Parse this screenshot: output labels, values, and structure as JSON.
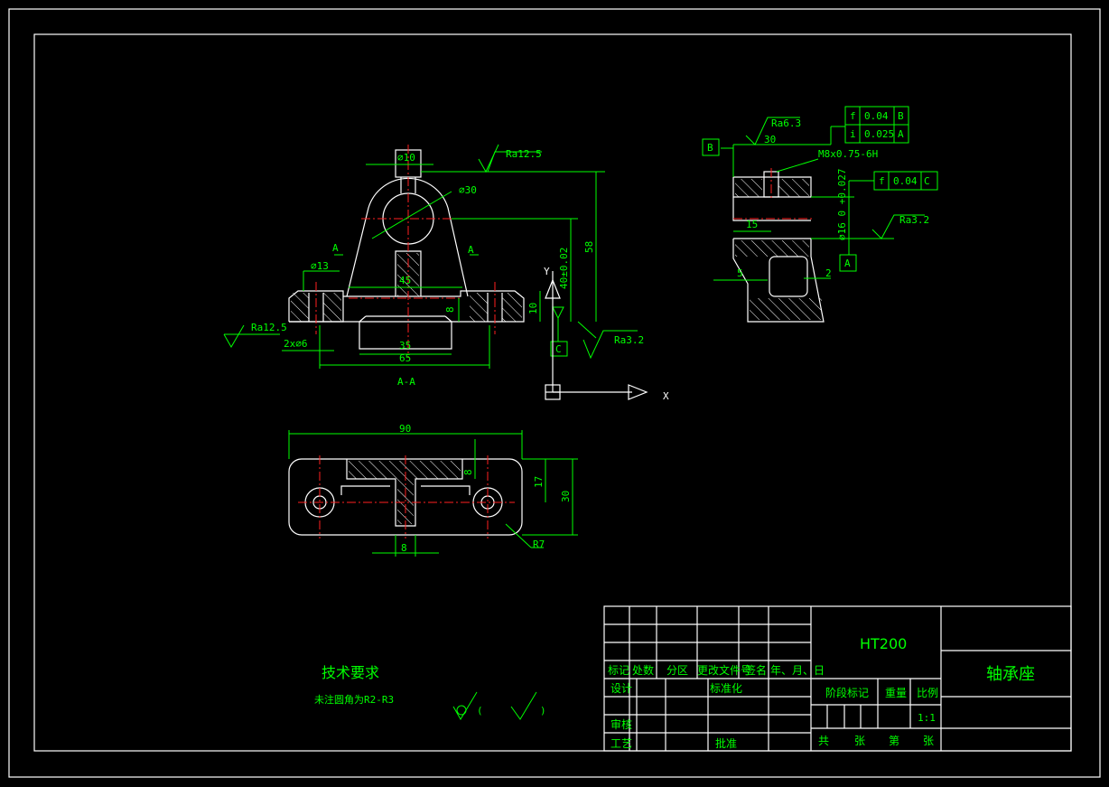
{
  "views": {
    "section_label": "A-A",
    "section_mark": "A",
    "front": {
      "dia_top": "⌀10",
      "dia_bore": "⌀30",
      "ra_top": "Ra12.5",
      "ra_left": "Ra12.5",
      "ra_right": "Ra3.2",
      "dia_hole": "⌀13",
      "holes": "2x⌀6",
      "dim_45": "45",
      "dim_8": "8",
      "dim_10": "10",
      "dim_35": "35",
      "dim_65": "65",
      "dim_40": "40±0.02",
      "dim_58": "58",
      "datum_c": "C"
    },
    "axes": {
      "y": "Y",
      "x": "X"
    },
    "side": {
      "datum_b": "B",
      "ra_top": "Ra6.3",
      "dim_30": "30",
      "thread": "M8x0.75-6H",
      "fcf1_sym": "f",
      "fcf1_val": "0.04",
      "fcf1_ref": "B",
      "fcf2_sym": "i",
      "fcf2_val": "0.025",
      "fcf2_ref": "A",
      "fcf3_sym": "f",
      "fcf3_val": "0.04",
      "fcf3_ref": "C",
      "dim_bore": "⌀16 0 +0.027",
      "ra_right": "Ra3.2",
      "dim_15": "15",
      "dim_5": "5",
      "dim_2": "2",
      "datum_a": "A"
    },
    "top": {
      "dim_90w": "90",
      "dim_8": "8",
      "dim_17": "17",
      "dim_30h": "30",
      "dim_8b": "8",
      "r7": "R7"
    }
  },
  "notes": {
    "title": "技术要求",
    "line1": "未注圆角为R2-R3",
    "paren_open": "(",
    "paren_close": ")"
  },
  "title_block": {
    "material": "HT200",
    "part_name": "轴承座",
    "h_mark": "标记",
    "h_count": "处数",
    "h_zone": "分区",
    "h_doc": "更改文件号",
    "h_sign": "签名",
    "h_date": "年、月、日",
    "design": "设计",
    "standard": "标准化",
    "review": "审核",
    "process": "工艺",
    "approve": "批准",
    "stage": "阶段标记",
    "weight": "重量",
    "scale_label": "比例",
    "scale": "1:1",
    "total": "共",
    "sheets": "张",
    "page": "第",
    "sheet2": "张"
  },
  "colors": {
    "line": "#ffffff",
    "dim": "#00ff00",
    "center": "#ff2020",
    "bg": "#000000"
  }
}
